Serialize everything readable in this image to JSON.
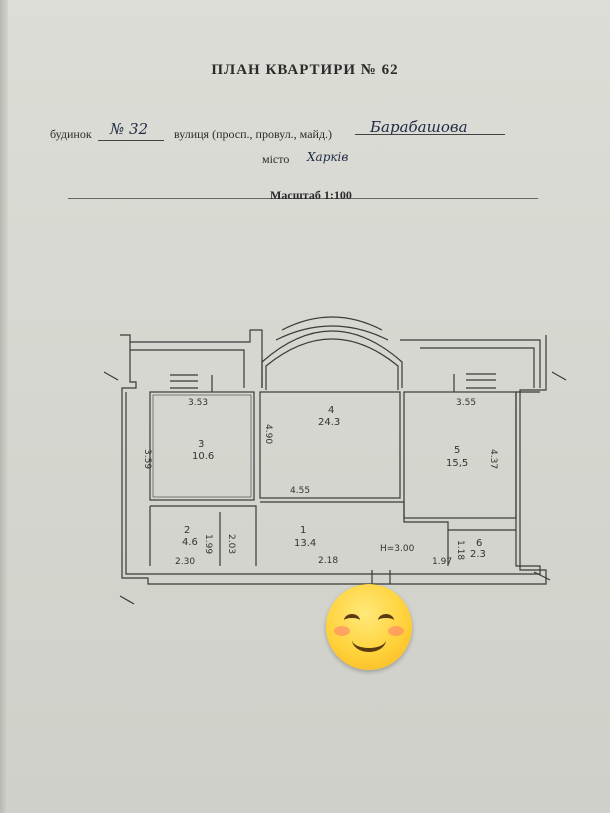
{
  "header": {
    "title": "ПЛАН КВАРТИРИ  № 62",
    "building_label": "будинок",
    "building_number": "№ 32",
    "street_label": "вулиця (просп., провул., майд.)",
    "street_name": "Барабашова",
    "city_label": "місто",
    "city_name": "Харків",
    "scale": "Масштаб 1:100"
  },
  "rooms": [
    {
      "number": "1",
      "area": "13.4"
    },
    {
      "number": "2",
      "area": "4.6"
    },
    {
      "number": "3",
      "area": "10.6"
    },
    {
      "number": "4",
      "area": "24.3"
    },
    {
      "number": "5",
      "area": "15,5"
    },
    {
      "number": "6",
      "area": "2.3"
    }
  ],
  "dimensions": [
    "3.53",
    "3.55",
    "3.59",
    "4.90",
    "4.37",
    "4.55",
    "2.30",
    "2.18",
    "1.97",
    "1.99",
    "2.03",
    "1.18"
  ],
  "ceiling_height": "H=3.00",
  "icons": {
    "overlay": "smiley-face-icon"
  },
  "colors": {
    "paper": "#d8d9d2",
    "ink": "#2b2b2b",
    "smiley": "#ffd23b"
  }
}
